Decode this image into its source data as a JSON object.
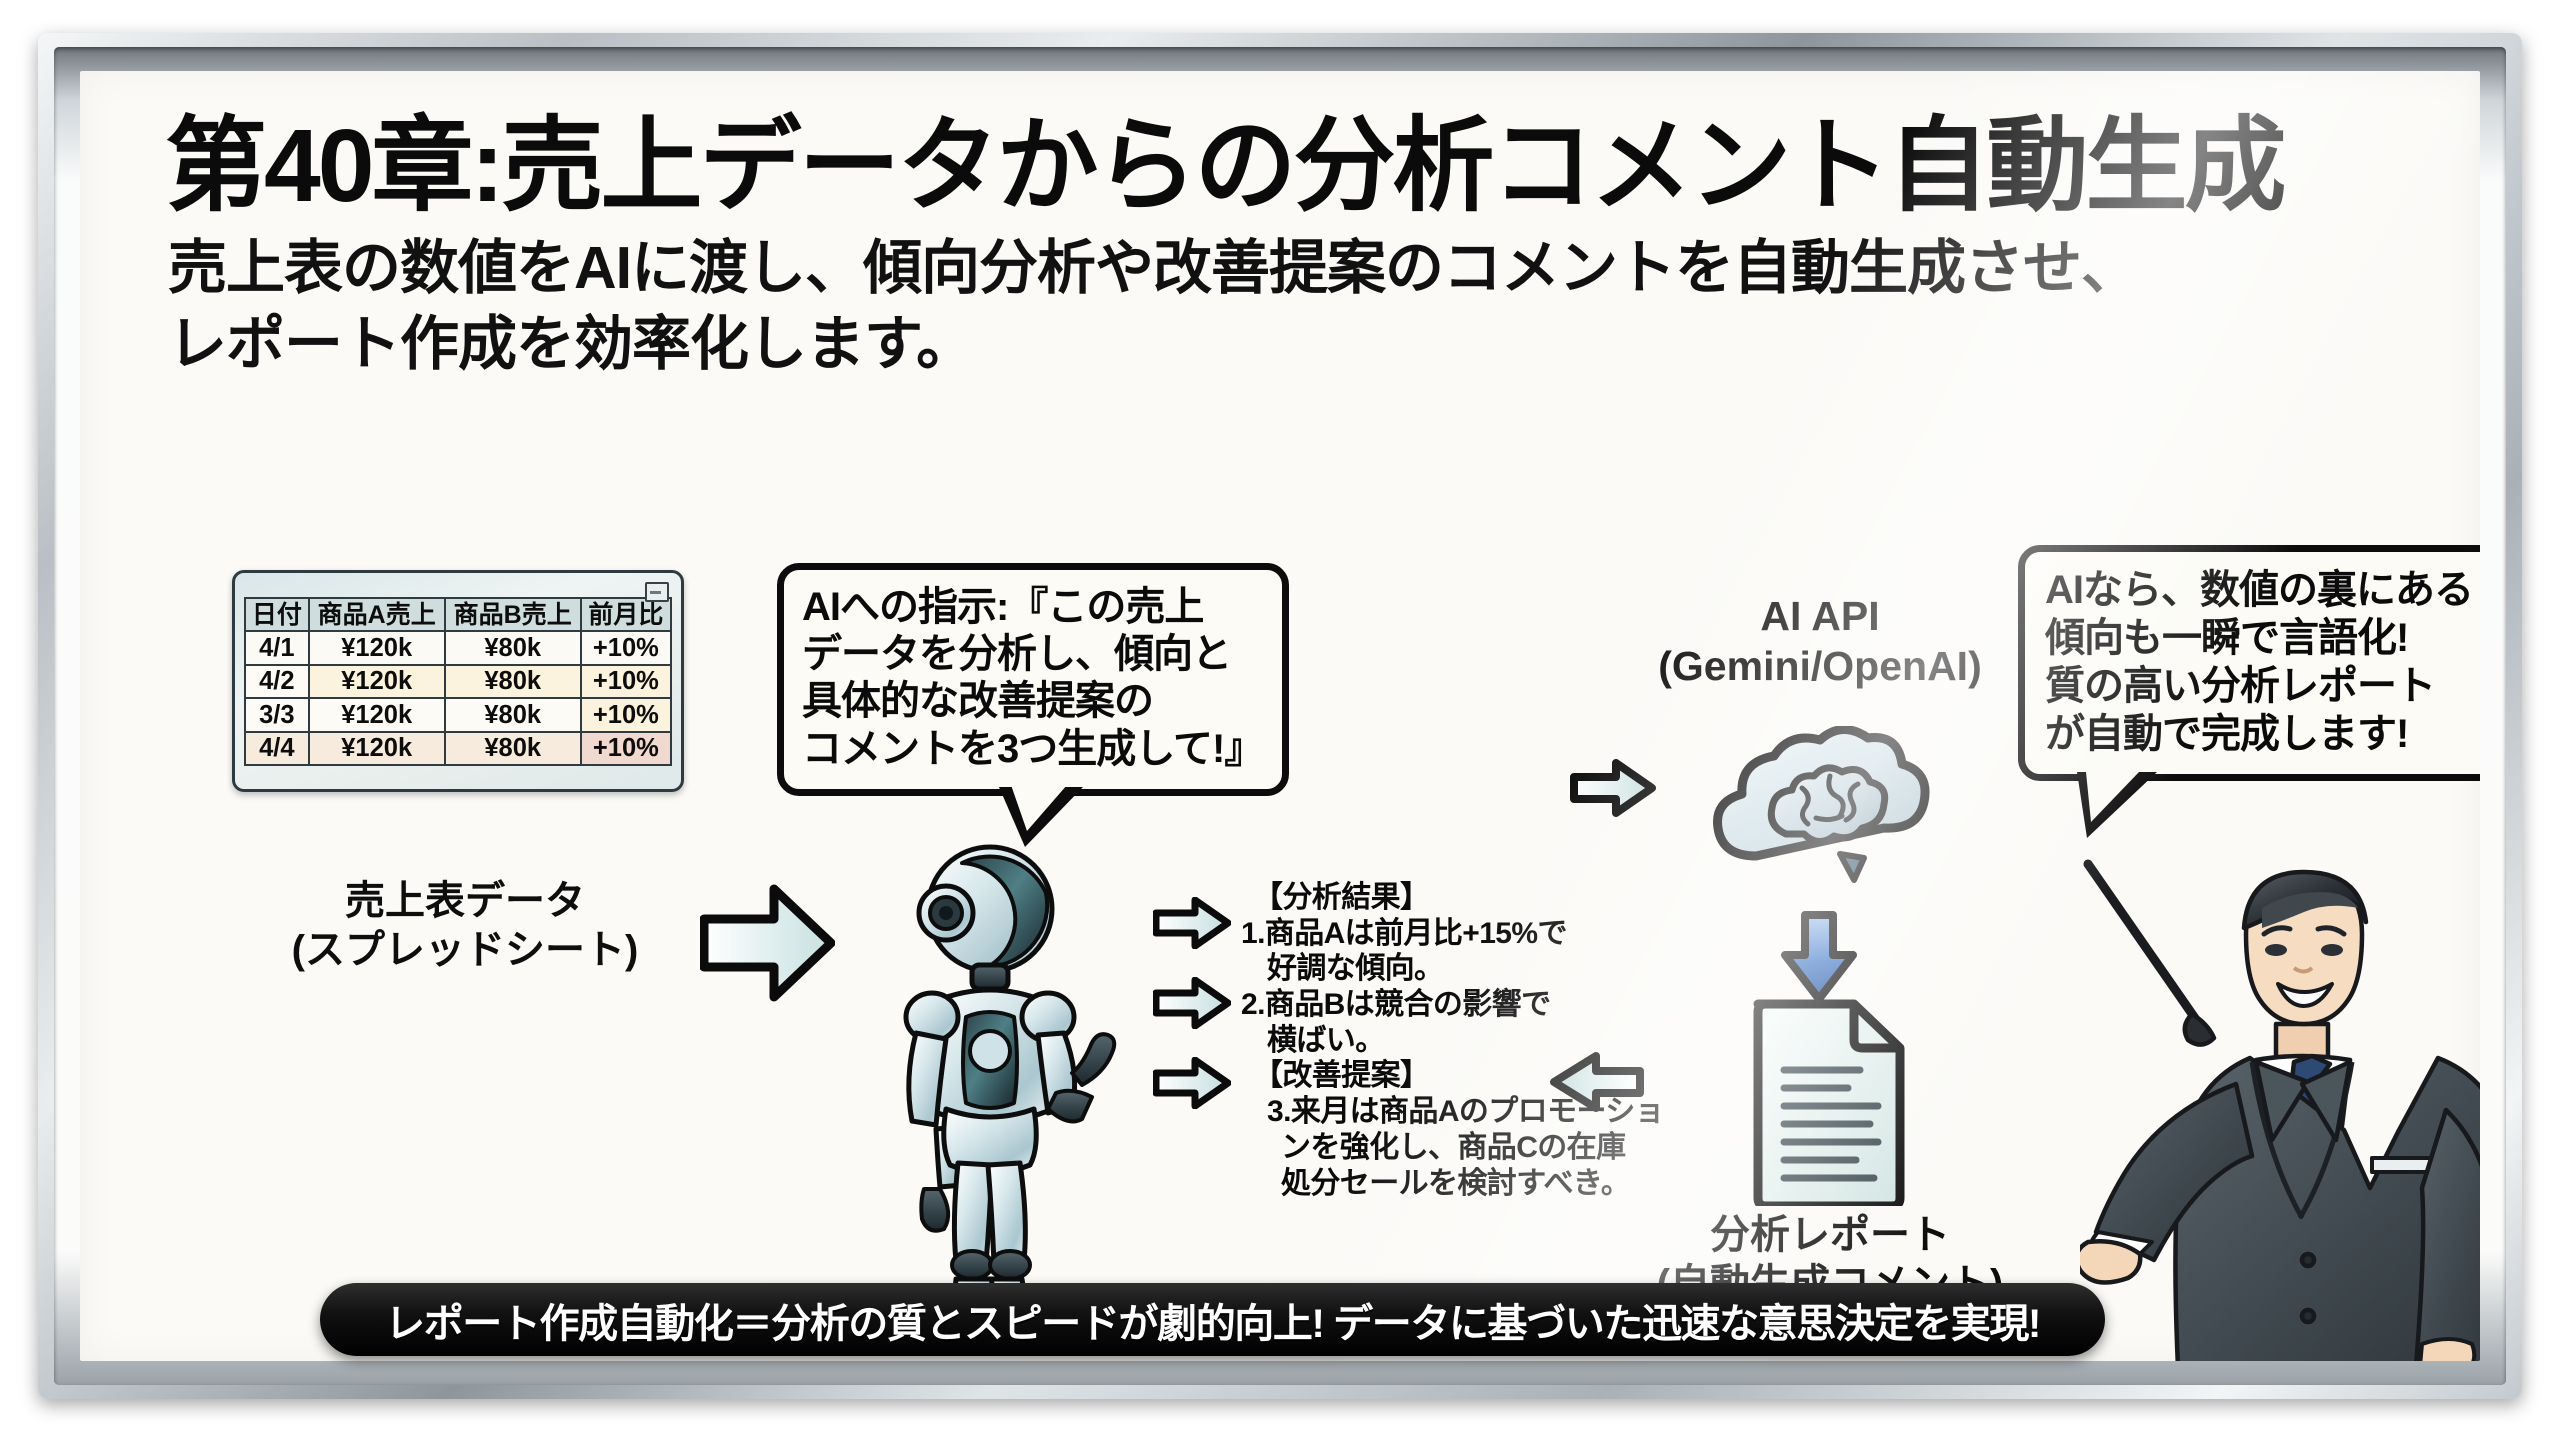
{
  "title": "第40章:売上データからの分析コメント自動生成",
  "subtitle_line1": "売上表の数値をAIに渡し、傾向分析や改善提案のコメントを自動生成させ、",
  "subtitle_line2": "レポート作成を効率化します。",
  "spreadsheet": {
    "headers": [
      "日付",
      "商品A売上",
      "商品B売上",
      "前月比"
    ],
    "rows": [
      [
        "4/1",
        "¥120k",
        "¥80k",
        "+10%"
      ],
      [
        "4/2",
        "¥120k",
        "¥80k",
        "+10%"
      ],
      [
        "3/3",
        "¥120k",
        "¥80k",
        "+10%"
      ],
      [
        "4/4",
        "¥120k",
        "¥80k",
        "+10%"
      ]
    ],
    "caption_line1": "売上表データ",
    "caption_line2": "(スプレッドシート)"
  },
  "prompt_bubble": {
    "line1": "AIへの指示:『この売上",
    "line2": "データを分析し、傾向と",
    "line3": "具体的な改善提案の",
    "line4": "コメントを3つ生成して!』"
  },
  "analysis": {
    "heading1": "【分析結果】",
    "item1_line1": "1.商品Aは前月比+15%で",
    "item1_line2": "好調な傾向。",
    "item2_line1": "2.商品Bは競合の影響で",
    "item2_line2": "横ばい。",
    "heading2": "【改善提案】",
    "item3_line1": "3.来月は商品Aのプロモーショ",
    "item3_line2": "ンを強化し、商品Cの在庫",
    "item3_line3": "処分セールを検討すべき。"
  },
  "api": {
    "label_line1": "AI API",
    "label_line2": "(Gemini/OpenAI)"
  },
  "report": {
    "caption_line1": "分析レポート",
    "caption_line2": "(自動生成コメント)"
  },
  "expert_bubble": {
    "line1": "AIなら、数値の裏にある",
    "line2": "傾向も一瞬で言語化!",
    "line3": "質の高い分析レポート",
    "line4": "が自動で完成します!"
  },
  "banner": "レポート作成自動化＝分析の質とスピードが劇的向上! データに基づいた迅速な意思決定を実現!",
  "colors": {
    "frame_metal": "#b9bfc4",
    "board_bg": "#fbfaf7",
    "ink": "#0b0b0b",
    "sheet_header": "#cfdedd",
    "highlight_row": "#f1d9d0",
    "arrow_fill": "#e5f0f0",
    "banner_bg": "#000000",
    "down_arrow": "#3a6fc4"
  }
}
